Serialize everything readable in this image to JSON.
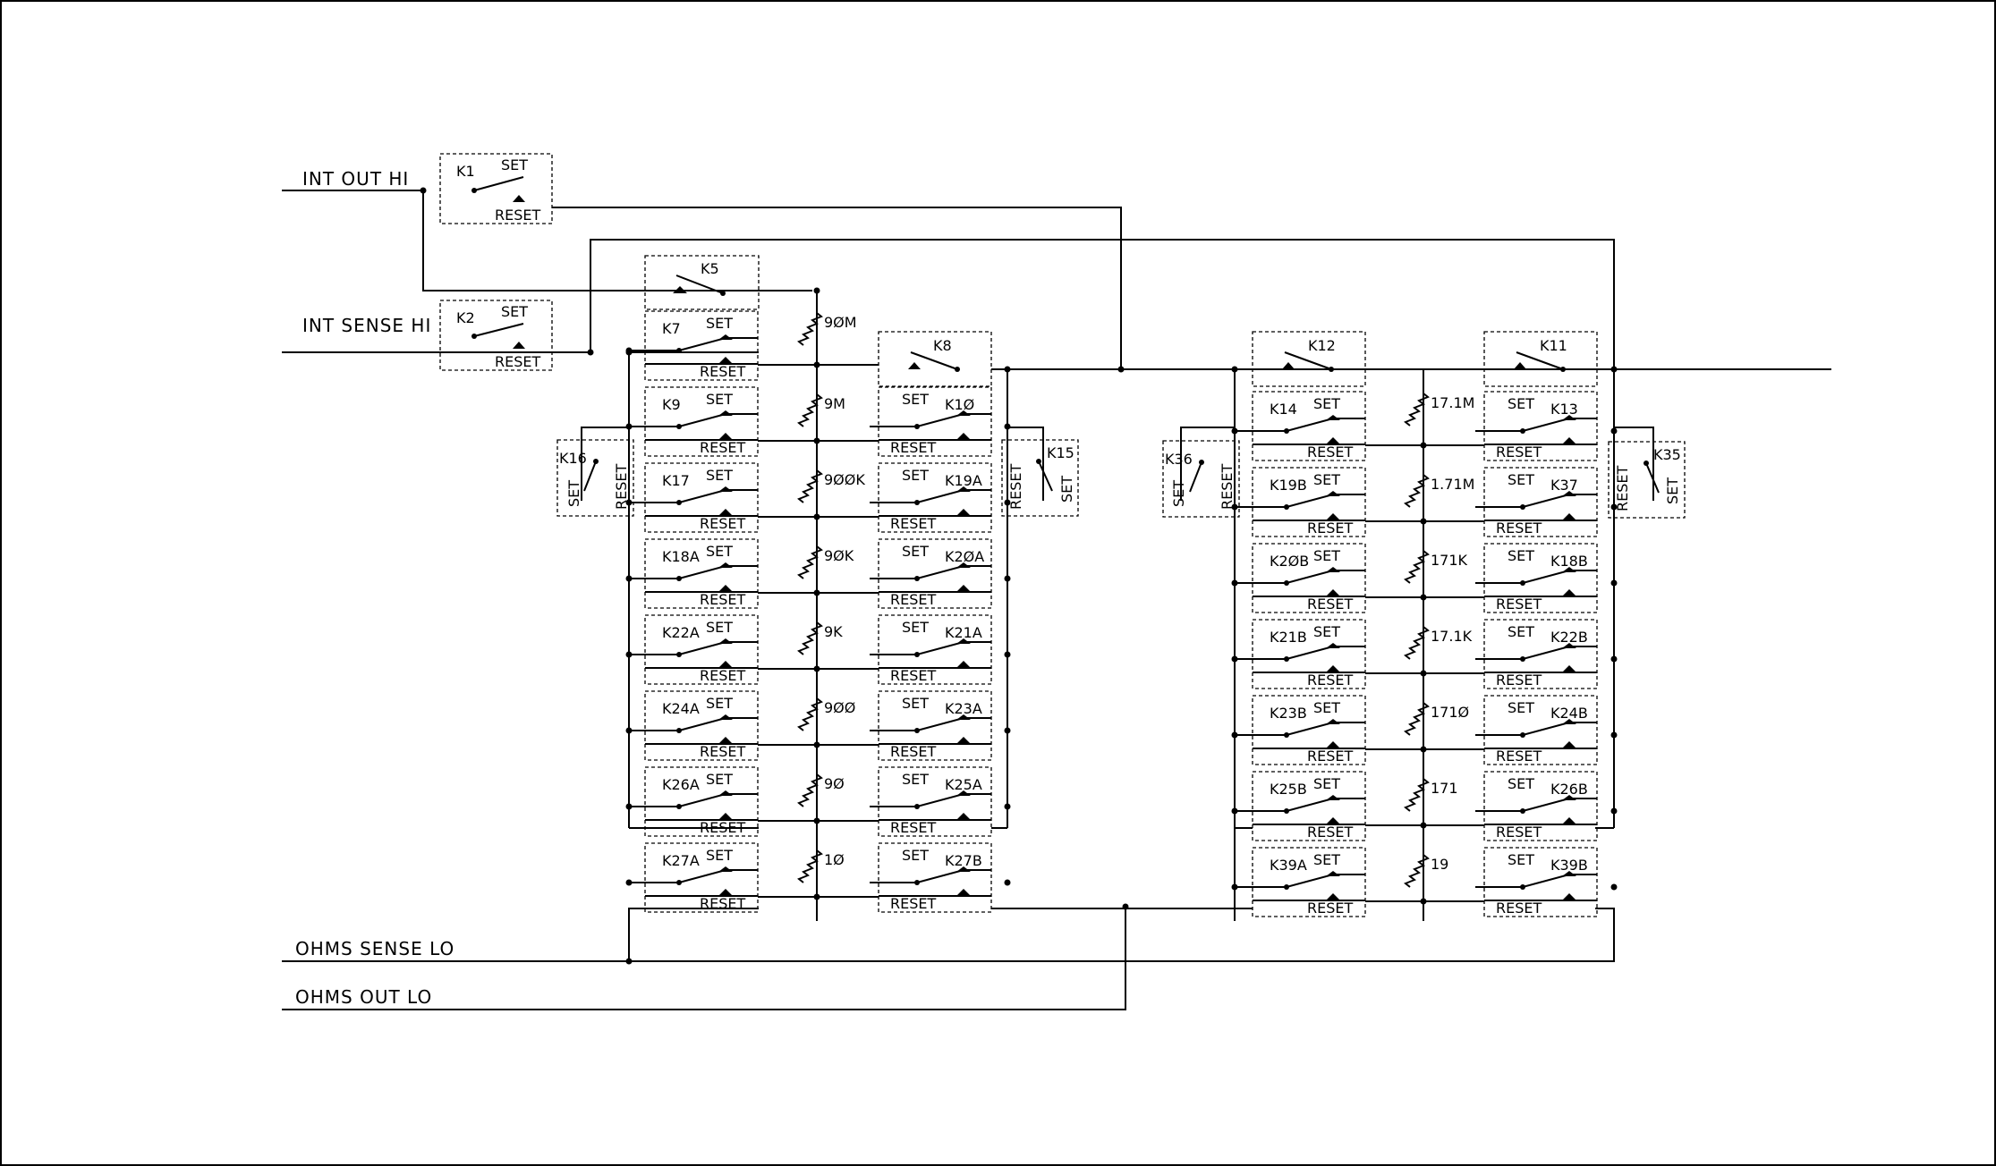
{
  "signals": {
    "int_out_hi": "INT OUT HI",
    "int_sense_hi": "INT SENSE HI",
    "ohms_sense_lo": "OHMS SENSE LO",
    "ohms_out_lo": "OHMS OUT LO"
  },
  "relay_terms": {
    "set": "SET",
    "reset": "RESET"
  },
  "relays": {
    "k1": "K1",
    "k2": "K2",
    "k5": "K5",
    "k8": "K8",
    "k11": "K11",
    "k12": "K12",
    "k16": "K16",
    "k15": "K15",
    "k36": "K36",
    "k35": "K35"
  },
  "left_column": [
    {
      "left": "K7",
      "resistor": "9ØM",
      "right": null
    },
    {
      "left": "K9",
      "resistor": "9M",
      "right": "K1Ø"
    },
    {
      "left": "K17",
      "resistor": "9ØØK",
      "right": "K19A"
    },
    {
      "left": "K18A",
      "resistor": "9ØK",
      "right": "K2ØA"
    },
    {
      "left": "K22A",
      "resistor": "9K",
      "right": "K21A"
    },
    {
      "left": "K24A",
      "resistor": "9ØØ",
      "right": "K23A"
    },
    {
      "left": "K26A",
      "resistor": "9Ø",
      "right": "K25A"
    },
    {
      "left": "K27A",
      "resistor": "1Ø",
      "right": "K27B"
    }
  ],
  "right_column": [
    {
      "left": "K14",
      "resistor": "17.1M",
      "right": "K13"
    },
    {
      "left": "K19B",
      "resistor": "1.71M",
      "right": "K37"
    },
    {
      "left": "K2ØB",
      "resistor": "171K",
      "right": "K18B"
    },
    {
      "left": "K21B",
      "resistor": "17.1K",
      "right": "K22B"
    },
    {
      "left": "K23B",
      "resistor": "171Ø",
      "right": "K24B"
    },
    {
      "left": "K25B",
      "resistor": "171",
      "right": "K26B"
    },
    {
      "left": "K39A",
      "resistor": "19",
      "right": "K39B"
    }
  ]
}
